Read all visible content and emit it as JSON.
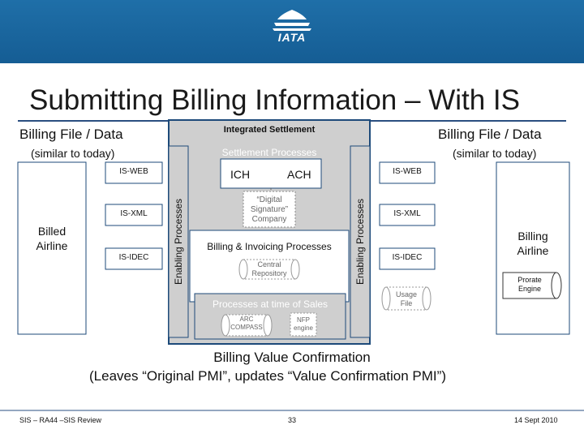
{
  "header": {
    "logo_text": "IATA"
  },
  "title": "Submitting Billing Information – With IS",
  "left_billing_file": "Billing File / Data",
  "left_similar": "(similar to today)",
  "right_billing_file": "Billing File / Data",
  "right_similar": "(similar to today)",
  "integrated_settlement": "Integrated Settlement",
  "settlement_processes": "Settlement Processes",
  "ich": "ICH",
  "ach": "ACH",
  "digital_signature": [
    "“Digital",
    "Signature”",
    "Company"
  ],
  "billing_invoicing": "Billing & Invoicing Processes",
  "central_repository": [
    "Central",
    "Repository"
  ],
  "processes_time_of_sales": "Processes at time of Sales",
  "arc_compass": [
    "ARC",
    "COMPASS"
  ],
  "nfp_engine": [
    "NFP",
    "engine"
  ],
  "enabling_processes_left": "Enabling Processes",
  "enabling_processes_right": "Enabling Processes",
  "left_formats": [
    "IS-WEB",
    "IS-XML",
    "IS-IDEC"
  ],
  "right_formats": [
    "IS-WEB",
    "IS-XML",
    "IS-IDEC"
  ],
  "billed_airline": [
    "Billed",
    "Airline"
  ],
  "billing_airline": [
    "Billing",
    "Airline"
  ],
  "prorate_engine": [
    "Prorate",
    "Engine"
  ],
  "usage_file": [
    "Usage",
    "File"
  ],
  "value_confirmation": "Billing Value Confirmation",
  "value_confirmation_sub": "(Leaves “Original PMI”, updates “Value Confirmation PMI”)",
  "footer": {
    "left": "SIS – RA44 –SIS Review",
    "center": "33",
    "right": "14 Sept 2010"
  }
}
